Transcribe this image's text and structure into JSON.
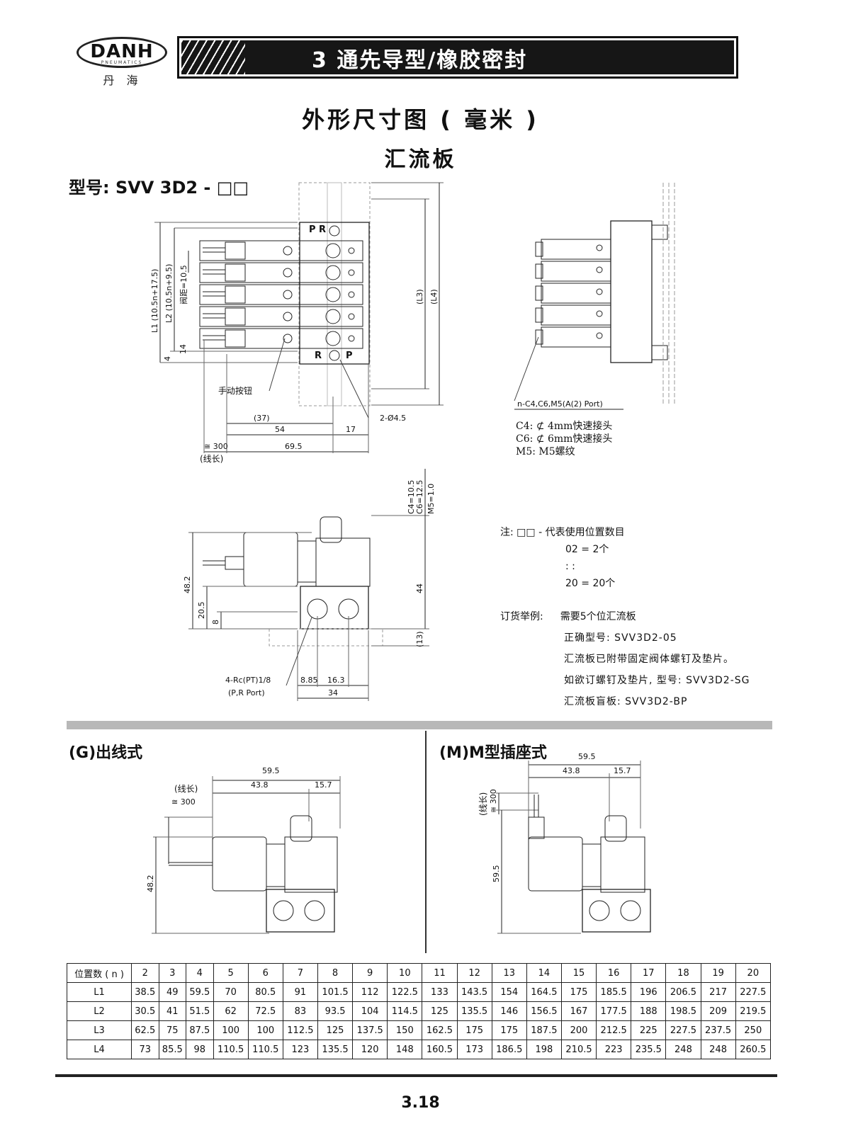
{
  "logo": {
    "brand": "DANH",
    "sub": "PNEUMATICS",
    "cn": "丹 海"
  },
  "header": {
    "title": "3 通先导型/橡胶密封"
  },
  "page": {
    "title": "外形尺寸图 ( 毫米 )",
    "subtitle": "汇流板",
    "model_label": "型号: SVV 3D2 - □□",
    "page_number": "3.18"
  },
  "top_drawing": {
    "labels": {
      "l1": "L1 (10.5n+17.5)",
      "l2": "L2 (10.5n+9.5)",
      "pitch": "阀距=10.5",
      "d4": "4",
      "d14": "14",
      "manual": "手动按钮",
      "d37": "(37)",
      "d54": "54",
      "d17": "17",
      "d695": "69.5",
      "hole": "2-Ø4.5",
      "wire": "≅ 300",
      "wire_cn": "(线长)",
      "l3": "(L3)",
      "l4": "(L4)",
      "pr_top": "P  R",
      "r": "R",
      "p": "P"
    }
  },
  "side_drawing": {
    "port_label": "n-C4,C6,M5(A(2) Port)"
  },
  "port_legend": [
    "C4:  ⊄ 4mm快速接头",
    "C6:  ⊄ 6mm快速接头",
    "M5:  M5螺纹"
  ],
  "section_drawing": {
    "labels": {
      "c4": "C4=10.5",
      "c6": "C6=12.5",
      "m5": "M5=1.0",
      "h482": "48.2",
      "h44": "44",
      "h205": "20.5",
      "h8": "8",
      "h13": "(13)",
      "rc": "4-Rc(PT)1/8",
      "prport": "(P,R Port)",
      "w885": "8.85",
      "w163": "16.3",
      "w34": "34"
    }
  },
  "notes": {
    "line1": "注: □□ - 代表使用位置数目",
    "line2": "02 = 2个",
    "line3": ":      :",
    "line4": "20 = 20个"
  },
  "order": {
    "label": "订货举例:",
    "l1": "需要5个位汇流板",
    "l2": "正确型号: SVV3D2-05",
    "l3": "汇流板已附带固定阀体螺钉及垫片。",
    "l4": "如欲订螺钉及垫片, 型号: SVV3D2-SG",
    "l5": "汇流板盲板: SVV3D2-BP"
  },
  "section_g": {
    "title": "(G)出线式",
    "d595": "59.5",
    "d438": "43.8",
    "d157": "15.7",
    "wire_cn": "(线长)",
    "wire": "≅ 300",
    "h482": "48.2"
  },
  "section_m": {
    "title": "(M)M型插座式",
    "d595": "59.5",
    "d438": "43.8",
    "d157": "15.7",
    "wire_cn": "(线长)",
    "wire": "≅ 300",
    "h595": "59.5"
  },
  "table": {
    "header": [
      "位置数 ( n )",
      "2",
      "3",
      "4",
      "5",
      "6",
      "7",
      "8",
      "9",
      "10",
      "11",
      "12",
      "13",
      "14",
      "15",
      "16",
      "17",
      "18",
      "19",
      "20"
    ],
    "rows": [
      [
        "L1",
        "38.5",
        "49",
        "59.5",
        "70",
        "80.5",
        "91",
        "101.5",
        "112",
        "122.5",
        "133",
        "143.5",
        "154",
        "164.5",
        "175",
        "185.5",
        "196",
        "206.5",
        "217",
        "227.5"
      ],
      [
        "L2",
        "30.5",
        "41",
        "51.5",
        "62",
        "72.5",
        "83",
        "93.5",
        "104",
        "114.5",
        "125",
        "135.5",
        "146",
        "156.5",
        "167",
        "177.5",
        "188",
        "198.5",
        "209",
        "219.5"
      ],
      [
        "L3",
        "62.5",
        "75",
        "87.5",
        "100",
        "100",
        "112.5",
        "125",
        "137.5",
        "150",
        "162.5",
        "175",
        "175",
        "187.5",
        "200",
        "212.5",
        "225",
        "227.5",
        "237.5",
        "250"
      ],
      [
        "L4",
        "73",
        "85.5",
        "98",
        "110.5",
        "110.5",
        "123",
        "135.5",
        "120",
        "148",
        "160.5",
        "173",
        "186.5",
        "198",
        "210.5",
        "223",
        "235.5",
        "248",
        "248",
        "260.5"
      ]
    ]
  }
}
